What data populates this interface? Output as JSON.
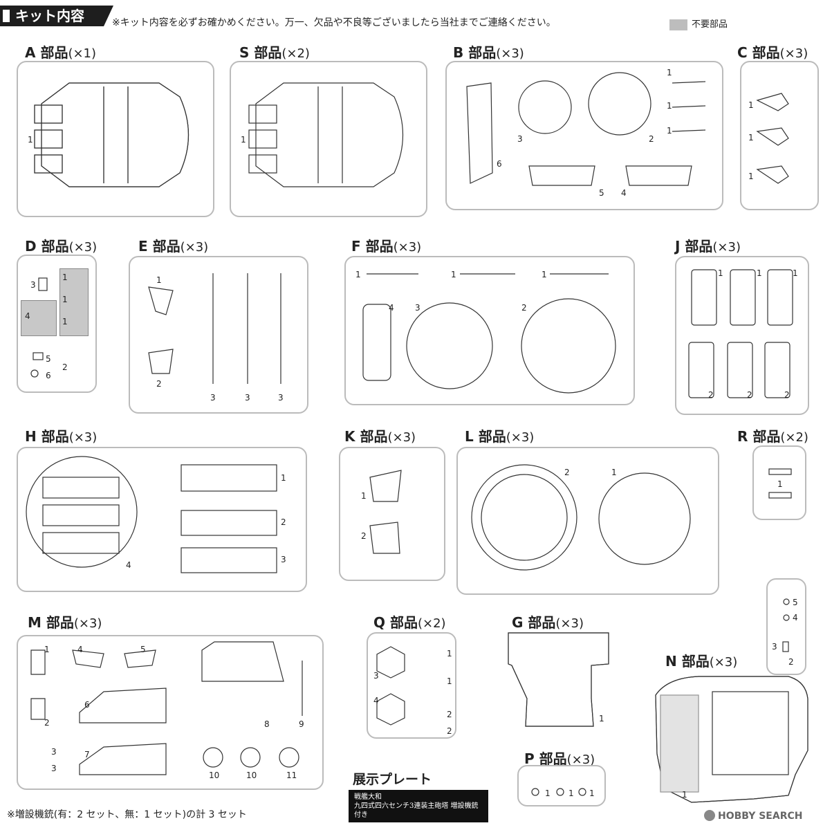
{
  "header": {
    "title": "キット内容",
    "notice": "※キット内容を必ずお確かめください。万一、欠品や不良等ございましたら当社までご連絡ください。",
    "legend_label": "不要部品",
    "legend_color": "#bdbdbd"
  },
  "parts": {
    "A": {
      "name": "A 部品",
      "qty": "(×1)",
      "nums": [
        "1"
      ]
    },
    "S": {
      "name": "S 部品",
      "qty": "(×2)",
      "nums": [
        "1"
      ]
    },
    "B": {
      "name": "B 部品",
      "qty": "(×3)",
      "nums": [
        "1",
        "1",
        "1",
        "2",
        "3",
        "4",
        "5",
        "6"
      ]
    },
    "C": {
      "name": "C 部品",
      "qty": "(×3)",
      "nums": [
        "1",
        "1",
        "1"
      ]
    },
    "D": {
      "name": "D 部品",
      "qty": "(×3)",
      "nums": [
        "1",
        "1",
        "1",
        "2",
        "3",
        "4",
        "5",
        "6"
      ]
    },
    "E": {
      "name": "E 部品",
      "qty": "(×3)",
      "nums": [
        "1",
        "2",
        "3",
        "3",
        "3"
      ]
    },
    "F": {
      "name": "F 部品",
      "qty": "(×3)",
      "nums": [
        "1",
        "1",
        "1",
        "2",
        "3",
        "4"
      ]
    },
    "J": {
      "name": "J 部品",
      "qty": "(×3)",
      "nums": [
        "1",
        "1",
        "1",
        "2",
        "2",
        "2"
      ]
    },
    "H": {
      "name": "H 部品",
      "qty": "(×3)",
      "nums": [
        "1",
        "2",
        "3",
        "4"
      ]
    },
    "K": {
      "name": "K 部品",
      "qty": "(×3)",
      "nums": [
        "1",
        "2"
      ]
    },
    "L": {
      "name": "L 部品",
      "qty": "(×3)",
      "nums": [
        "1",
        "2"
      ]
    },
    "R": {
      "name": "R 部品",
      "qty": "(×2)",
      "nums": [
        "1"
      ]
    },
    "M": {
      "name": "M 部品",
      "qty": "(×3)",
      "nums": [
        "1",
        "2",
        "3",
        "3",
        "4",
        "5",
        "6",
        "7",
        "8",
        "9",
        "10",
        "10",
        "11"
      ]
    },
    "Q": {
      "name": "Q 部品",
      "qty": "(×2)",
      "nums": [
        "1",
        "1",
        "2",
        "2",
        "3",
        "4"
      ]
    },
    "G": {
      "name": "G 部品",
      "qty": "(×3)",
      "nums": [
        "1"
      ]
    },
    "P": {
      "name": "P 部品",
      "qty": "(×3)",
      "nums": [
        "1",
        "1",
        "1"
      ]
    },
    "N": {
      "name": "N 部品",
      "qty": "(×3)",
      "nums": [
        "1",
        "2",
        "3",
        "4",
        "5"
      ]
    }
  },
  "plate": {
    "title": "展示プレート",
    "line1": "戦艦大和",
    "line2": "九四式四六センチ3連装主砲塔 増設機銃付き"
  },
  "footnote": "※増設機銃(有：2 セット、無：1 セット)の計 3 セット",
  "watermark": "HOBBY SEARCH"
}
